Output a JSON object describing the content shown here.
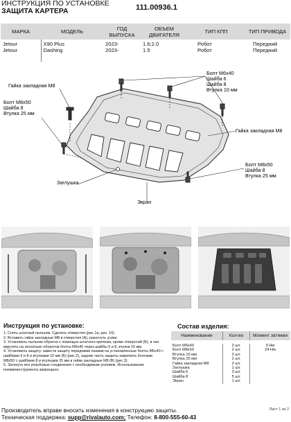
{
  "header": {
    "title_line1": "ИНСТРУКЦИЯ ПО УСТАНОВКЕ",
    "title_line2": "ЗАЩИТА КАРТЕРА",
    "code": "111.00936.1"
  },
  "vehicle_table": {
    "headers": [
      "МАРКА",
      "МОДЕЛЬ",
      "ГОД ВЫПУСКА",
      "ОБЪЕМ ДВИГАТЕЛЯ",
      "ТИП КПП",
      "ТИП ПРИВОДА"
    ],
    "rows": [
      [
        "Jetour",
        "X90 Plus",
        "2023-",
        "1.6;2.0",
        "Робот",
        "Передний"
      ],
      [
        "Jetour",
        "Dashing",
        "2023-",
        "1.5",
        "Робот",
        "Передний"
      ]
    ]
  },
  "diagram": {
    "labels": {
      "nut_left": "Гайка закладная М8",
      "bolt_left_1": "Болт М8х50",
      "bolt_left_2": "Шайба 8",
      "bolt_left_3": "Втулка 25 мм",
      "plug": "Заглушка",
      "guard": "Экран",
      "bolt_top_1": "Болт М6х40",
      "bolt_top_2": "Шайба 6",
      "bolt_top_3": "Шайба 8",
      "bolt_top_4": "Втулка 10 мм",
      "nut_right": "Гайка закладная М8",
      "bolt_right_1": "Болт М8х50",
      "bolt_right_2": "Шайба 8",
      "bolt_right_3": "Втулка 25 мм"
    }
  },
  "instructions": {
    "title": "Инструкция по установке:",
    "steps": [
      "1. Снять штатный пыльник. Сделать отверстия (рис.1а, рис. 1б)",
      "2. Вставить гайки закладные М8 в отверстия (А), разогнуть усики.",
      "3. Установить пыльник обратно с помощью штатного крепежа, кроме отверстий (Б), в них вкрутить на несколько оборотов болты М6х40 через шайбы 6 и 8, втулки 10 мм.",
      "4. Установить защиту: завести защиту передними пазами на установленные болты М6х40 с шайбами 6 и 8 и втулками 10 мм (Б) (рис.2), задние часть защиты закрепить болтами М8х50 с шайбами 8 и втулками 25 мм в гайки закладные М8 (В) (рис.3).",
      "5. Затянуть все резьбовые соединения с необходимым усилием. Использование пневмоинструмента запрещено."
    ]
  },
  "components": {
    "title": "Состав изделия:",
    "headers": [
      "Наименование",
      "Кол-во",
      "Момент затяжки"
    ],
    "rows": [
      [
        "Болт М6х40",
        "3 шт.",
        "9 Нм"
      ],
      [
        "Болт М8х50",
        "2 шт.",
        "24 Нм"
      ],
      [
        "Втулка 10 мм",
        "3 шт.",
        ""
      ],
      [
        "Втулка 25 мм",
        "2 шт.",
        ""
      ],
      [
        "Гайка закладная М8",
        "2 шт.",
        ""
      ],
      [
        "Заглушка",
        "1 шт.",
        ""
      ],
      [
        "Шайба 6",
        "3 шт.",
        ""
      ],
      [
        "Шайба 8",
        "5 шт.",
        ""
      ],
      [
        "Экран",
        "1 шт.",
        ""
      ]
    ]
  },
  "page_indicator": "Лист 1 из 2",
  "footer": {
    "line1": "Производитель вправе вносить изменения в конструкцию защиты.",
    "support_label": "Техническая поддержка:",
    "email": "supp@rivalauto.com;",
    "phone_label": "Телефон:",
    "phone": "8-800-555-60-43"
  },
  "colors": {
    "header_bg": "#d9d9d9",
    "guard_fill": "#e3e3e3",
    "stroke": "#222222"
  }
}
